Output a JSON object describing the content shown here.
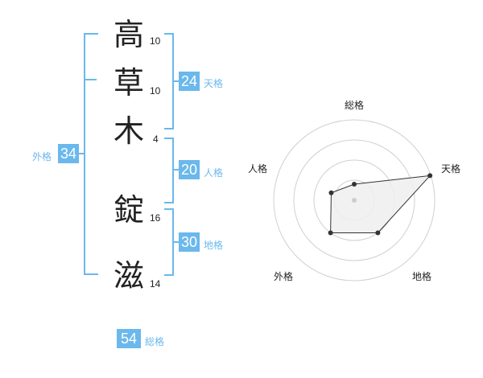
{
  "name": {
    "chars": [
      {
        "char": "高",
        "strokes": "10"
      },
      {
        "char": "草",
        "strokes": "10"
      },
      {
        "char": "木",
        "strokes": "4"
      },
      {
        "char": "錠",
        "strokes": "16"
      },
      {
        "char": "滋",
        "strokes": "14"
      }
    ]
  },
  "scores": {
    "tenkaku": {
      "value": "24",
      "label": "天格"
    },
    "jinkaku": {
      "value": "20",
      "label": "人格"
    },
    "chikaku": {
      "value": "30",
      "label": "地格"
    },
    "gaikaku": {
      "value": "34",
      "label": "外格"
    },
    "soukaku": {
      "value": "54",
      "label": "総格"
    }
  },
  "radar": {
    "labels": [
      "総格",
      "天格",
      "地格",
      "外格",
      "人格"
    ],
    "values": [
      0.2,
      0.99,
      0.5,
      0.5,
      0.3
    ],
    "colors": {
      "ring": "#d0d0d0",
      "fill": "#eeeeee",
      "stroke": "#333333",
      "point": "#333333",
      "center": "#cccccc"
    }
  },
  "colors": {
    "accent": "#6ab8ec"
  }
}
